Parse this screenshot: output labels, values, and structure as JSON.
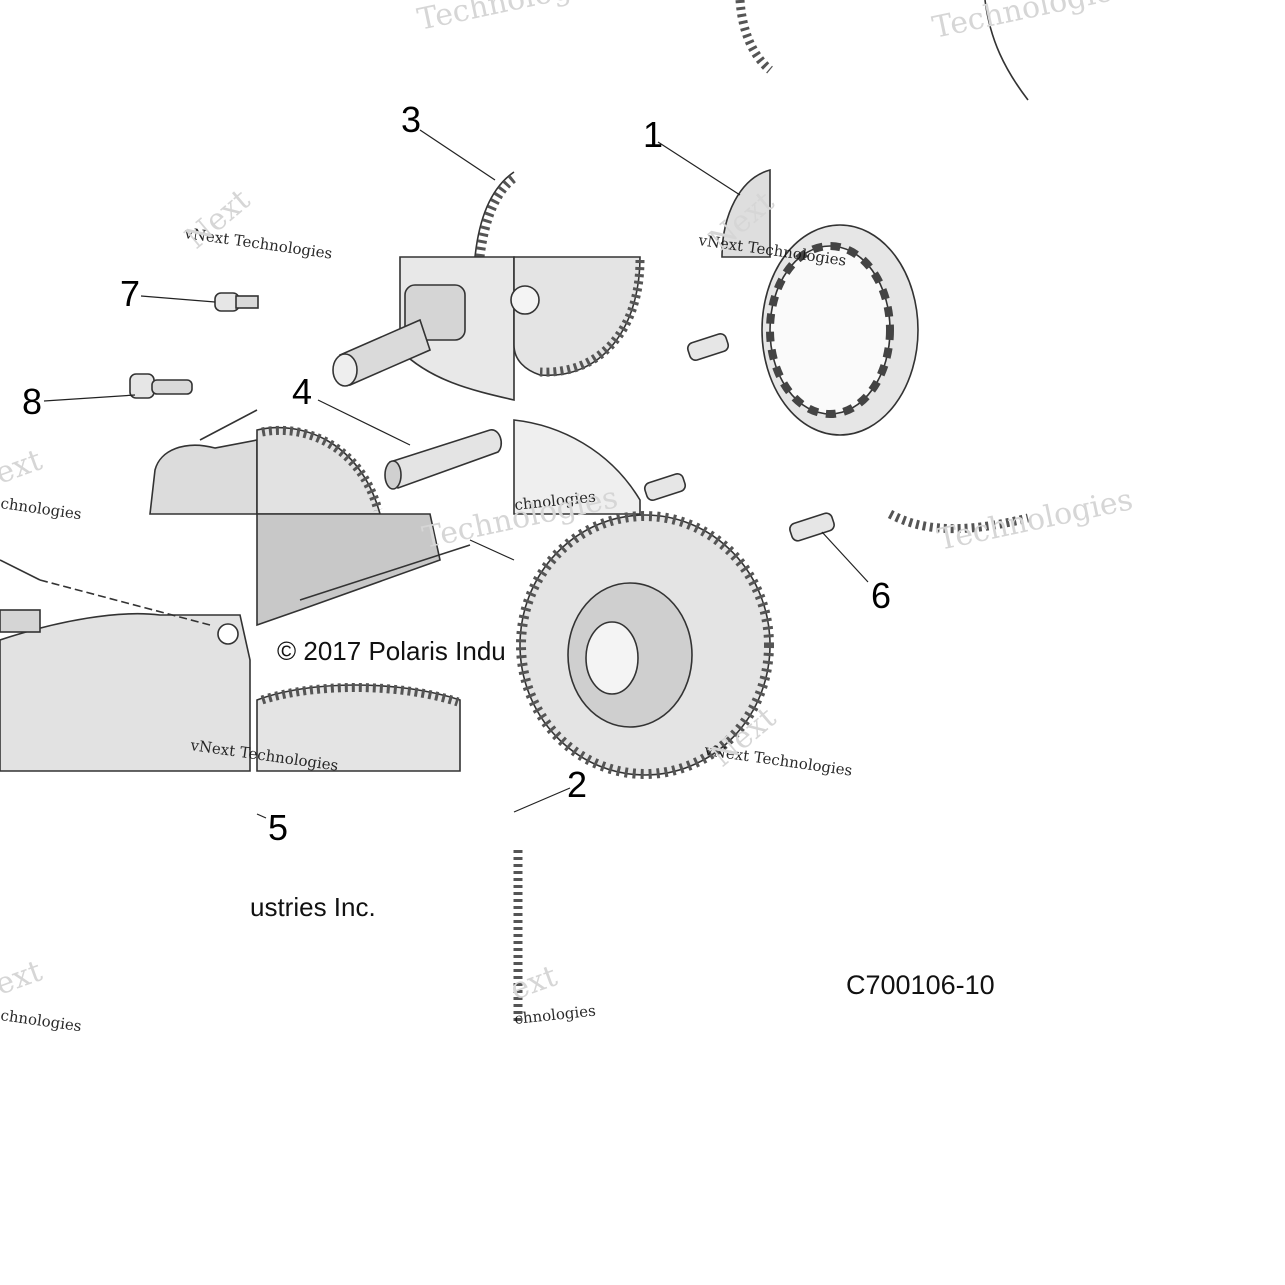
{
  "callouts": {
    "c1": "1",
    "c2": "2",
    "c3": "3",
    "c4": "4",
    "c5": "5",
    "c6": "6",
    "c7": "7",
    "c8": "8"
  },
  "copyright_fragments": {
    "left": "© 2017 Polaris Indu",
    "right": "ustries Inc."
  },
  "part_number": "C700106-10",
  "watermark": {
    "small": "vNext Technologies",
    "tail": "chnologies",
    "large": "Technologies",
    "next": "Next",
    "ext": "ext"
  }
}
